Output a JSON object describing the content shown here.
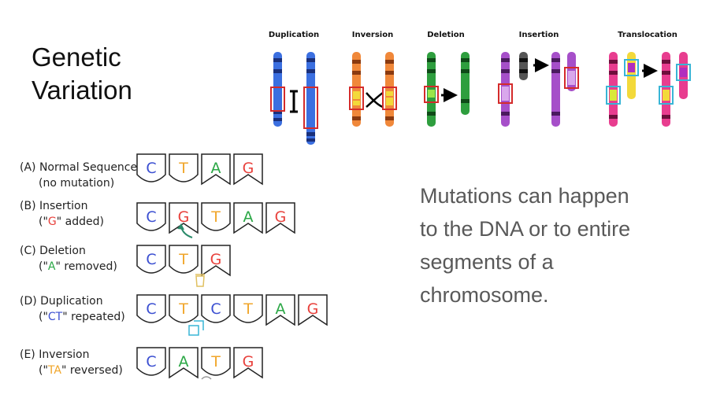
{
  "slide": {
    "title_line1": "Genetic",
    "title_line2": "Variation",
    "caption_line1": "Mutations can happen",
    "caption_line2": "to the DNA or to entire",
    "caption_line3": "segments of a",
    "caption_line4": "chromosome."
  },
  "chromosome_types": [
    {
      "id": "dup",
      "label": "Duplication",
      "color": "#3b6fe0"
    },
    {
      "id": "inv",
      "label": "Inversion",
      "color": "#f0883a"
    },
    {
      "id": "del",
      "label": "Deletion",
      "color": "#2e9e3e"
    },
    {
      "id": "ins",
      "label": "Insertion",
      "color": "#a64fc9"
    },
    {
      "id": "trans",
      "label": "Translocation",
      "color": "#e83d8f"
    }
  ],
  "base_colors": {
    "C": "#3b4fd1",
    "T": "#f0a52a",
    "A": "#2aa745",
    "G": "#e8413c"
  },
  "sequences": [
    {
      "id": "a",
      "line1": "(A) Normal Sequence",
      "line2": "(no mutation)",
      "bases": [
        "C",
        "T",
        "A",
        "G"
      ]
    },
    {
      "id": "b",
      "line1": "(B) Insertion",
      "line2_pre": "(\"",
      "line2_hl": "G",
      "line2_post": "\" added)",
      "bases": [
        "C",
        "G",
        "T",
        "A",
        "G"
      ]
    },
    {
      "id": "c",
      "line1": "(C) Deletion",
      "line2_pre": "(\"",
      "line2_hl": "A",
      "line2_post": "\" removed)",
      "bases": [
        "C",
        "T",
        "G"
      ]
    },
    {
      "id": "d",
      "line1": "(D) Duplication",
      "line2_pre": "(\"",
      "line2_hl": "CT",
      "line2_post": "\" repeated)",
      "bases": [
        "C",
        "T",
        "C",
        "T",
        "A",
        "G"
      ]
    },
    {
      "id": "e",
      "line1": "(E) Inversion",
      "line2_pre": "(\"",
      "line2_hl": "TA",
      "line2_post": "\" reversed)",
      "bases": [
        "C",
        "A",
        "T",
        "G"
      ]
    }
  ]
}
